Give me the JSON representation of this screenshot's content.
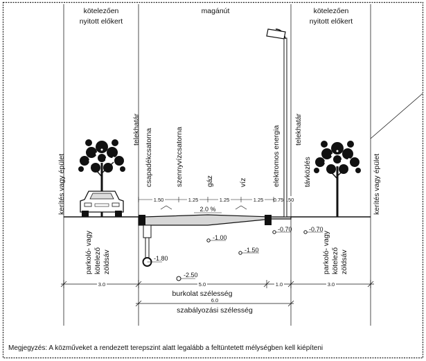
{
  "top": {
    "left_zone": [
      "kötelezően",
      "nyitott előkert"
    ],
    "center_zone": "magánút",
    "right_zone": [
      "kötelezően",
      "nyitott előkert"
    ]
  },
  "vertical_labels": {
    "fence_left": "kerítés vagy épület",
    "fence_right": "kerítés vagy épület",
    "boundary_left": "telekhatár",
    "boundary_right": "telekhatár",
    "storm_sewer": "csapadékcsatorna",
    "sewer": "szennyvízcsatorna",
    "gas": "gáz",
    "water": "víz",
    "electric": "elektromos energia",
    "telecom": "távközlés",
    "parking_left": [
      "parkoló- vagy",
      "kötelező",
      "zöldsáv"
    ],
    "parking_right": [
      "parkoló- vagy",
      "kötelező",
      "zöldsáv"
    ]
  },
  "spacings": [
    "1.50",
    "1.25",
    "1.25",
    "1.25",
    "0.75",
    "0.50"
  ],
  "slope": "2.0 %",
  "depths": {
    "gas": "-1.00",
    "water": "-1.50",
    "storm": "-1.80",
    "sewer": "-2.50",
    "electric": "-0.70",
    "telecom": "-0.70"
  },
  "dimensions": {
    "left_strip": "3.0",
    "pavement": "5.0",
    "side": "1.0",
    "right_strip": "3.0",
    "pavement_label": "burkolat szélesség",
    "total": "6.0",
    "total_label": "szabályozási szélesség"
  },
  "note": "Megjegyzés: A közműveket a rendezett terepszint alatt legalább a feltüntetett mélységben kell kiépíteni"
}
